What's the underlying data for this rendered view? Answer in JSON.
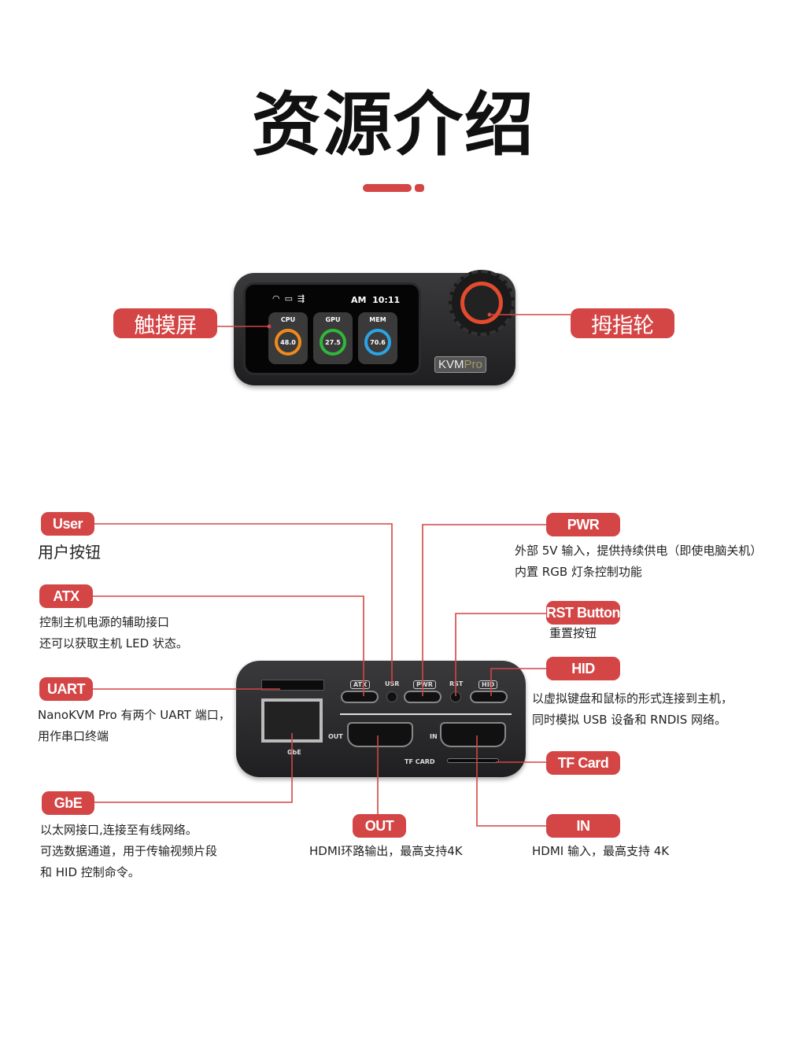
{
  "title": "资源介绍",
  "accent_color": "#d44545",
  "top_device": {
    "screen": {
      "status_icons": [
        "wifi-icon",
        "hdmi-icon",
        "usb-icon"
      ],
      "time": "AM  10:11",
      "cards": [
        {
          "label": "CPU",
          "value": "48.0",
          "color": "#f08a1c"
        },
        {
          "label": "GPU",
          "value": "27.5",
          "color": "#2fb83a"
        },
        {
          "label": "MEM",
          "value": "70.6",
          "color": "#2ba4e6"
        }
      ]
    },
    "badge_kvm": "KVM",
    "badge_pro": "Pro",
    "labels": {
      "touchscreen": "触摸屏",
      "thumbwheel": "拇指轮"
    }
  },
  "bottom_device": {
    "port_labels": {
      "atx": "ATX",
      "usr": "USR",
      "pwr": "PWR",
      "rst": "RST",
      "hid": "HID",
      "out": "OUT",
      "in": "IN",
      "gbe": "GbE",
      "tf": "TF CARD"
    }
  },
  "callouts": {
    "user": {
      "label": "User",
      "desc": [
        "用户按钮"
      ]
    },
    "atx": {
      "label": "ATX",
      "desc": [
        "控制主机电源的辅助接口",
        "还可以获取主机 LED 状态。"
      ]
    },
    "uart": {
      "label": "UART",
      "desc": [
        "NanoKVM Pro 有两个 UART 端口，",
        "用作串口终端"
      ]
    },
    "gbe": {
      "label": "GbE",
      "desc": [
        "以太网接口,连接至有线网络。",
        "可选数据通道，用于传输视频片段",
        "和 HID 控制命令。"
      ]
    },
    "pwr": {
      "label": "PWR",
      "desc": [
        "外部 5V 输入，提供持续供电（即使电脑关机）",
        "内置 RGB 灯条控制功能"
      ]
    },
    "rst": {
      "label": "RST Button",
      "desc": [
        "重置按钮"
      ]
    },
    "hid": {
      "label": "HID",
      "desc": [
        "以虚拟键盘和鼠标的形式连接到主机，",
        "同时模拟 USB 设备和 RNDIS 网络。"
      ]
    },
    "tf": {
      "label": "TF Card",
      "desc": []
    },
    "out": {
      "label": "OUT",
      "desc": [
        "HDMI环路输出，最高支持4K"
      ]
    },
    "in": {
      "label": "IN",
      "desc": [
        "HDMI 输入，最高支持 4K"
      ]
    }
  }
}
